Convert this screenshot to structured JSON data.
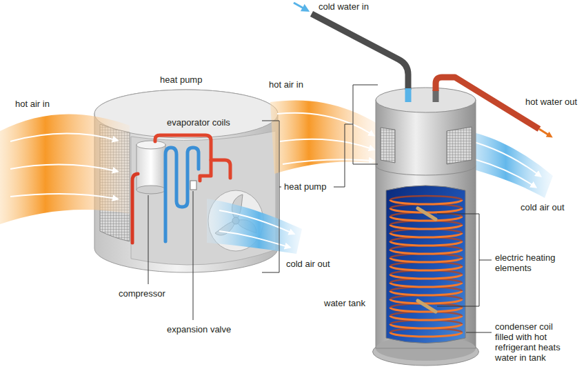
{
  "diagram": {
    "labels": [
      "cold water in",
      "heat pump",
      "hot air in",
      "hot air in",
      "evaporator coils",
      "hot water out",
      "heat pump",
      "cold air out",
      "electric heating elements",
      "cold air out",
      "compressor",
      "water tank",
      "condenser coil filled with hot refrigerant heats water in tank",
      "expansion valve"
    ]
  }
}
